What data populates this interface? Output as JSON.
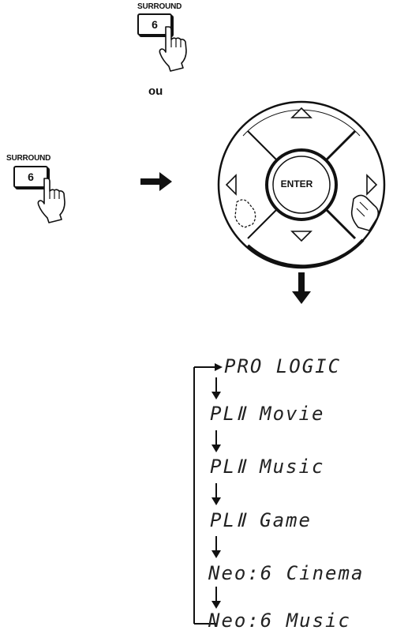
{
  "top_button": {
    "label": "SURROUND",
    "key": "6"
  },
  "connector": "ou",
  "left_button": {
    "label": "SURROUND",
    "key": "6"
  },
  "remote": {
    "center_label": "ENTER"
  },
  "modes": [
    "PRO LOGIC",
    "PLⅡ  Movie",
    "PLⅡ  Music",
    "PLⅡ  Game",
    "Neo:6 Cinema",
    "Neo:6 Music"
  ],
  "colors": {
    "ink": "#111111",
    "background": "#ffffff"
  }
}
